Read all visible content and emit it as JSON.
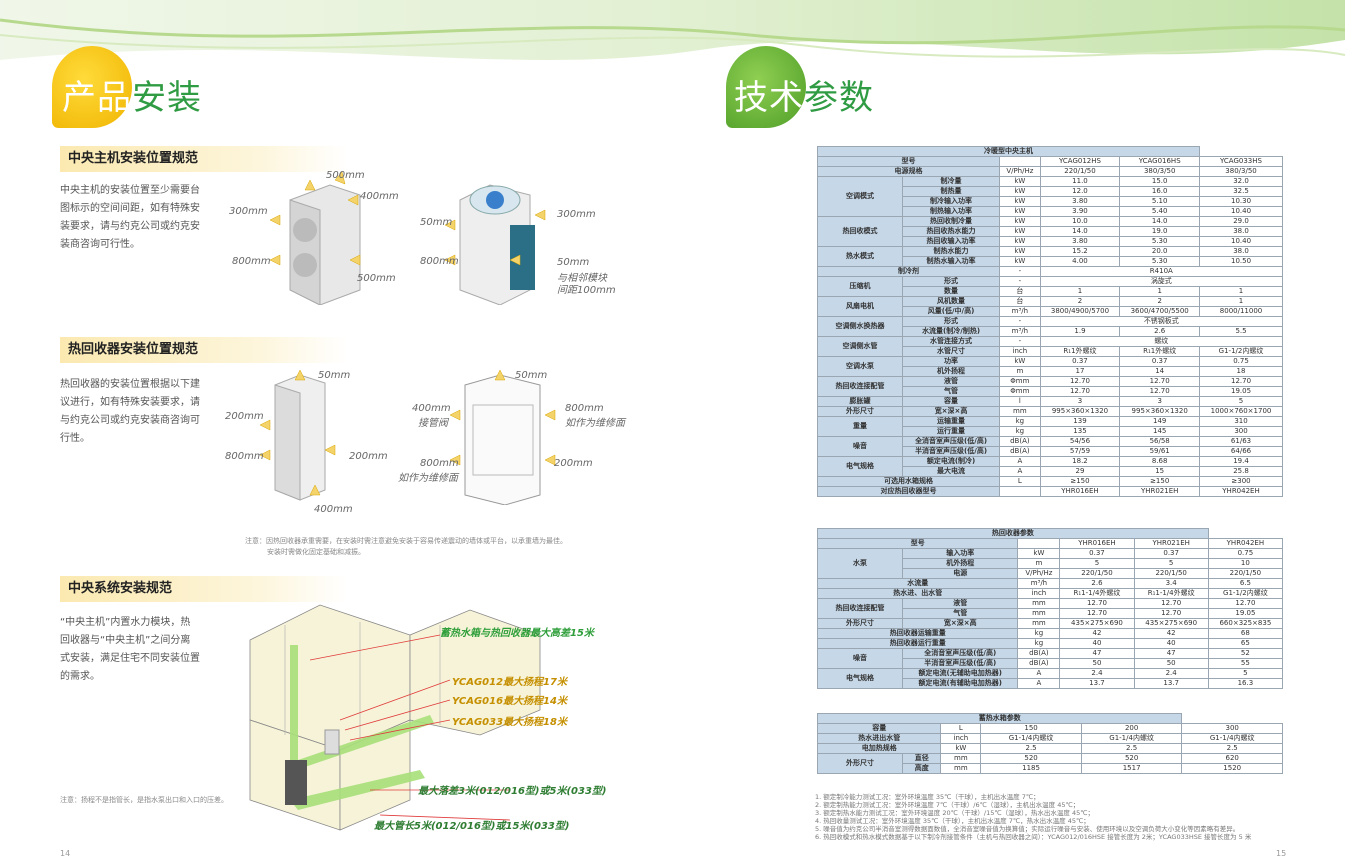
{
  "colors": {
    "accent_green": "#2f9b43",
    "leaf_yellow": "#f6c000",
    "leaf_green": "#6ab43c",
    "table_header": "#c6d8e8"
  },
  "left": {
    "title_white": "产品",
    "title_green": "安装",
    "page_number": "14",
    "s1": {
      "heading": "中央主机安装位置规范",
      "text": [
        "中央主机的安装位置至少需要台",
        "图标示的空间间距，如有特殊安",
        "装要求，请与约克公司或约克安",
        "装商咨询可行性。"
      ],
      "labels": [
        "500mm",
        "400mm",
        "300mm",
        "800mm",
        "500mm",
        "300mm",
        "50mm",
        "800mm",
        "50mm",
        "与相邻模块",
        "间距100mm"
      ]
    },
    "s2": {
      "heading": "热回收器安装位置规范",
      "text": [
        "热回收器的安装位置根据以下建",
        "议进行，如有特殊安装要求，请",
        "与约克公司或约克安装商咨询可",
        "行性。"
      ],
      "labels": [
        "50mm",
        "200mm",
        "800mm",
        "200mm",
        "400mm",
        "50mm",
        "400mm",
        "接管阀",
        "800mm",
        "如作为维修面",
        "800mm",
        "如作为维修面",
        "200mm"
      ],
      "note": [
        "注意：因热回收器承重需要，在安装时需注意避免安装于容易传递震动的墙体或平台，以承重墙为最佳。",
        "安装时需做化固定基础和减振。"
      ]
    },
    "s3": {
      "heading": "中央系统安装规范",
      "text": [
        "“中央主机”内置水力模块，热",
        "回收器与“中央主机”之间分离",
        "式安装，满足住宅不同安装位置",
        "的需求。"
      ],
      "note": "注意：扬程不是指管长，是指水泵出口和入口的压差。",
      "labels": {
        "tank": "蓄热水箱与热回收器最大高差15米",
        "ycag012": "YCAG012最大扬程17米",
        "ycag016": "YCAG016最大扬程14米",
        "ycag033": "YCAG033最大扬程18米",
        "drop": "最大落差3米(012/016型)或5米(033型)",
        "pipe": "最大管长5米(012/016型)或15米(033型)"
      }
    }
  },
  "right": {
    "title_white": "技术",
    "title_green": "参数",
    "page_number": "15",
    "t1": {
      "title": "冷暖型中央主机",
      "rows": [
        [
          "型号",
          "",
          "YCAG012HS",
          "YCAG016HS",
          "YCAG033HS"
        ],
        [
          "电源规格",
          "V/Ph/Hz",
          "220/1/50",
          "380/3/50",
          "380/3/50"
        ],
        [
          "空调模式|制冷量",
          "kW",
          "11.0",
          "15.0",
          "32.0"
        ],
        [
          "|制热量",
          "kW",
          "12.0",
          "16.0",
          "32.5"
        ],
        [
          "|制冷输入功率",
          "kW",
          "3.80",
          "5.10",
          "10.30"
        ],
        [
          "|制热输入功率",
          "kW",
          "3.90",
          "5.40",
          "10.40"
        ],
        [
          "热回收模式|热回收制冷量",
          "kW",
          "10.0",
          "14.0",
          "29.0"
        ],
        [
          "|热回收热水能力",
          "kW",
          "14.0",
          "19.0",
          "38.0"
        ],
        [
          "|热回收输入功率",
          "kW",
          "3.80",
          "5.30",
          "10.40"
        ],
        [
          "热水模式|制热水能力",
          "kW",
          "15.2",
          "20.0",
          "38.0"
        ],
        [
          "|制热水输入功率",
          "kW",
          "4.00",
          "5.30",
          "10.50"
        ],
        [
          "制冷剂",
          "-",
          "R410A",
          "",
          ""
        ],
        [
          "压缩机|形式",
          "-",
          "涡旋式",
          "",
          ""
        ],
        [
          "|数量",
          "台",
          "1",
          "1",
          "1"
        ],
        [
          "风扇电机|风机数量",
          "台",
          "2",
          "2",
          "1"
        ],
        [
          "|风量(低/中/高)",
          "m³/h",
          "3800/4900/5700",
          "3600/4700/5500",
          "8000/11000"
        ],
        [
          "空调侧水换热器|形式",
          "-",
          "不锈钢板式",
          "",
          ""
        ],
        [
          "|水流量(制冷/制热)",
          "m³/h",
          "1.9",
          "2.6",
          "5.5"
        ],
        [
          "空调侧水管|水管连接方式",
          "-",
          "螺纹",
          "",
          ""
        ],
        [
          "|水管尺寸",
          "inch",
          "R₁1外螺纹",
          "R₁1外螺纹",
          "G1-1/2内螺纹"
        ],
        [
          "空调水泵|功率",
          "kW",
          "0.37",
          "0.37",
          "0.75"
        ],
        [
          "|机外扬程",
          "m",
          "17",
          "14",
          "18"
        ],
        [
          "热回收连接配管|液管",
          "Φmm",
          "12.70",
          "12.70",
          "12.70"
        ],
        [
          "|气管",
          "Φmm",
          "12.70",
          "12.70",
          "19.05"
        ],
        [
          "膨胀罐|容量",
          "l",
          "3",
          "3",
          "5"
        ],
        [
          "外形尺寸|宽×深×高",
          "mm",
          "995×360×1320",
          "995×360×1320",
          "1000×760×1700"
        ],
        [
          "重量|运输重量",
          "kg",
          "139",
          "149",
          "310"
        ],
        [
          "|运行重量",
          "kg",
          "135",
          "145",
          "300"
        ],
        [
          "噪音|全消音室声压级(低/高)",
          "dB(A)",
          "54/56",
          "56/58",
          "61/63"
        ],
        [
          "|半消音室声压级(低/高)",
          "dB(A)",
          "57/59",
          "59/61",
          "64/66"
        ],
        [
          "电气规格|额定电流(制冷)",
          "A",
          "18.2",
          "8.68",
          "19.4"
        ],
        [
          "|最大电流",
          "A",
          "29",
          "15",
          "25.8"
        ],
        [
          "可选用水箱规格",
          "L",
          "≥150",
          "≥150",
          "≥300"
        ],
        [
          "对应热回收器型号",
          "",
          "YHR016EH",
          "YHR021EH",
          "YHR042EH"
        ]
      ]
    },
    "t2": {
      "title": "热回收器参数",
      "rows": [
        [
          "型号",
          "",
          "YHR016EH",
          "YHR021EH",
          "YHR042EH"
        ],
        [
          "水泵|输入功率",
          "kW",
          "0.37",
          "0.37",
          "0.75"
        ],
        [
          "|机外扬程",
          "m",
          "5",
          "5",
          "10"
        ],
        [
          "|电源",
          "V/Ph/Hz",
          "220/1/50",
          "220/1/50",
          "220/1/50"
        ],
        [
          "水流量",
          "m³/h",
          "2.6",
          "3.4",
          "6.5"
        ],
        [
          "热水进、出水管",
          "inch",
          "R₁1-1/4外螺纹",
          "R₁1-1/4外螺纹",
          "G1-1/2内螺纹"
        ],
        [
          "热回收连接配管|液管",
          "mm",
          "12.70",
          "12.70",
          "12.70"
        ],
        [
          "|气管",
          "mm",
          "12.70",
          "12.70",
          "19.05"
        ],
        [
          "外形尺寸|宽×深×高",
          "mm",
          "435×275×690",
          "435×275×690",
          "660×325×835"
        ],
        [
          "热回收器运输重量",
          "kg",
          "42",
          "42",
          "68"
        ],
        [
          "热回收器运行重量",
          "kg",
          "40",
          "40",
          "65"
        ],
        [
          "噪音|全消音室声压级(低/高)",
          "dB(A)",
          "47",
          "47",
          "52"
        ],
        [
          "|半消音室声压级(低/高)",
          "dB(A)",
          "50",
          "50",
          "55"
        ],
        [
          "电气规格|额定电流(无辅助电加热器)",
          "A",
          "2.4",
          "2.4",
          "5"
        ],
        [
          "|额定电流(有辅助电加热器)",
          "A",
          "13.7",
          "13.7",
          "16.3"
        ]
      ]
    },
    "t3": {
      "title": "蓄热水箱参数",
      "rows": [
        [
          "容量",
          "L",
          "150",
          "200",
          "300"
        ],
        [
          "热水进出水管",
          "inch",
          "G1-1/4内螺纹",
          "G1-1/4内螺纹",
          "G1-1/4内螺纹"
        ],
        [
          "电加热规格",
          "kW",
          "2.5",
          "2.5",
          "2.5"
        ],
        [
          "外形尺寸|直径",
          "mm",
          "520",
          "520",
          "620"
        ],
        [
          "|高度",
          "mm",
          "1185",
          "1517",
          "1520"
        ]
      ]
    },
    "footnotes": [
      "1. 额定制冷能力测试工况：室外环境温度 35℃（干球），主机出水温度 7℃；",
      "2. 额定制热能力测试工况：室外环境温度 7℃（干球）/6℃（湿球），主机出水温度 45℃；",
      "3. 额定制热水能力测试工况：室外环境温度 20℃（干球）/15℃（湿球），热水出水温度 45℃；",
      "4. 热回收量测试工况：室外环境温度 35℃（干球），主机出水温度 7℃，热水出水温度 45℃；",
      "5. 噪音值为约克公司半消音室测得数据面数值，全消音室噪音值为换算值；实际运行噪音与安装、使用环境以及空调负荷大小变化等因素略有差异。",
      "6. 热回收模式和热水模式数据基于以下制冷剂接管条件（主机与热回收器之间）：YCAG012/016HSE 接管长度为 2米；YCAG033HSE 接管长度为 5 米"
    ]
  }
}
